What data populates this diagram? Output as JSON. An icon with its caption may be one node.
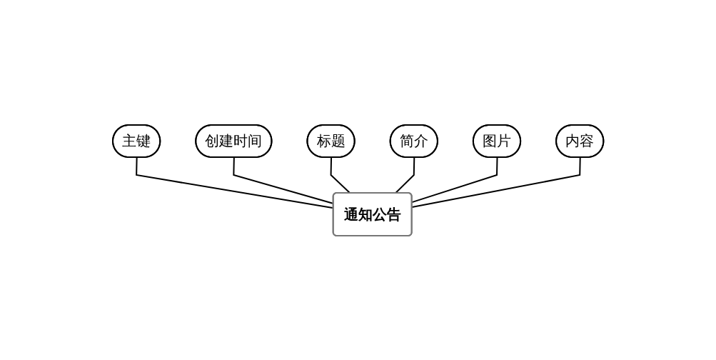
{
  "diagram": {
    "nodes": [
      {
        "text": [
          "标题"
        ]
      },
      {
        "text": [
          "简介"
        ]
      },
      {
        "text": [
          "创建时间"
        ]
      },
      {
        "text": [
          "图片"
        ]
      },
      {
        "text": [
          "主键"
        ]
      },
      {
        "text": [
          "内容"
        ]
      },
      {
        "text": [
          "通知公告"
        ]
      }
    ],
    "edges": [
      {
        "from": 6,
        "to": 4,
        "arrow": "none"
      },
      {
        "from": 6,
        "to": 2,
        "arrow": "none"
      },
      {
        "from": 6,
        "to": 0,
        "arrow": "none"
      },
      {
        "from": 6,
        "to": 1,
        "arrow": "none"
      },
      {
        "from": 6,
        "to": 3,
        "arrow": "none"
      },
      {
        "from": 6,
        "to": 5,
        "arrow": "none"
      }
    ]
  }
}
